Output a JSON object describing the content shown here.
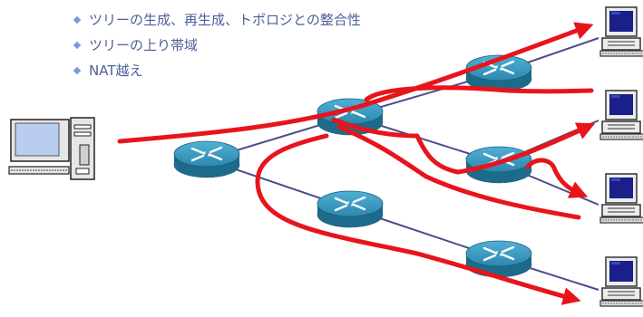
{
  "bullets": [
    "ツリーの生成、再生成、トポロジとの整合性",
    "ツリーの上り帯域",
    "NAT越え"
  ],
  "colors": {
    "bullet_text": "#4f5f9a",
    "bullet_marker": "#7a9bd4",
    "arrow": "#e8141c",
    "link": "#4a4d8c",
    "router_top": "#2f8fb3",
    "router_side": "#1d6b8a",
    "monitor_screen": "#1a1f8a"
  },
  "icons": {
    "router": "router-icon",
    "source": "desktop-computer-icon",
    "receiver": "workstation-icon"
  }
}
